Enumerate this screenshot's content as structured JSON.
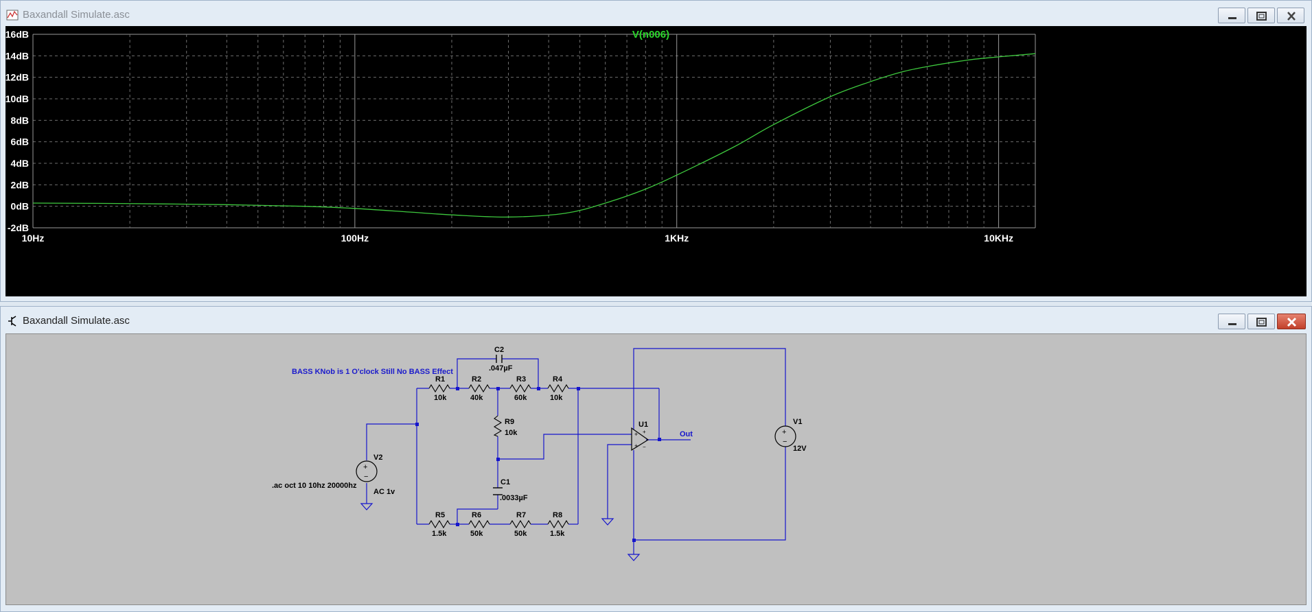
{
  "plot_window": {
    "title": "Baxandall Simulate.asc",
    "trace_name": "V(n006)",
    "y_ticks": [
      "16dB",
      "14dB",
      "12dB",
      "10dB",
      "8dB",
      "6dB",
      "4dB",
      "2dB",
      "0dB",
      "-2dB"
    ],
    "x_ticks": [
      "10Hz",
      "100Hz",
      "1KHz",
      "10KHz"
    ],
    "colors": {
      "trace": "#3ec93e",
      "background": "#000000",
      "grid": "#7a7a7a",
      "label": "#ffffff",
      "title": "#2bd42b"
    }
  },
  "chart_data": {
    "type": "line",
    "title": "V(n006)",
    "xlabel": "",
    "ylabel": "",
    "x_scale": "log",
    "xlim": [
      10,
      13000
    ],
    "ylim": [
      -2,
      16
    ],
    "grid": true,
    "series": [
      {
        "name": "V(n006)",
        "x": [
          10,
          20,
          40,
          70,
          100,
          150,
          200,
          300,
          450,
          600,
          800,
          1000,
          1500,
          2000,
          3000,
          4000,
          5000,
          6000,
          8000,
          10000,
          13000
        ],
        "y": [
          0.3,
          0.25,
          0.15,
          0.0,
          -0.2,
          -0.55,
          -0.8,
          -1.0,
          -0.65,
          0.3,
          1.6,
          2.9,
          5.5,
          7.6,
          10.2,
          11.6,
          12.5,
          13.0,
          13.6,
          13.9,
          14.2
        ]
      }
    ]
  },
  "schematic_window": {
    "title": "Baxandall Simulate.asc",
    "comment": "BASS KNob is 1 O'clock Still No BASS Effect",
    "directive": ".ac oct 10 10hz 20000hz",
    "out_label": "Out",
    "colors": {
      "wire": "#1515cc",
      "comment": "#1a1acc",
      "text": "#000000",
      "background": "#c0c0c0"
    },
    "components": {
      "C2": {
        "name": "C2",
        "value": ".047µF"
      },
      "R1": {
        "name": "R1",
        "value": "10k"
      },
      "R2": {
        "name": "R2",
        "value": "40k"
      },
      "R3": {
        "name": "R3",
        "value": "60k"
      },
      "R4": {
        "name": "R4",
        "value": "10k"
      },
      "R9": {
        "name": "R9",
        "value": "10k"
      },
      "C1": {
        "name": "C1",
        "value": ".0033µF"
      },
      "R5": {
        "name": "R5",
        "value": "1.5k"
      },
      "R6": {
        "name": "R6",
        "value": "50k"
      },
      "R7": {
        "name": "R7",
        "value": "50k"
      },
      "R8": {
        "name": "R8",
        "value": "1.5k"
      },
      "U1": {
        "name": "U1"
      },
      "V1": {
        "name": "V1",
        "value": "12V"
      },
      "V2": {
        "name": "V2",
        "value": "AC 1v"
      }
    }
  }
}
